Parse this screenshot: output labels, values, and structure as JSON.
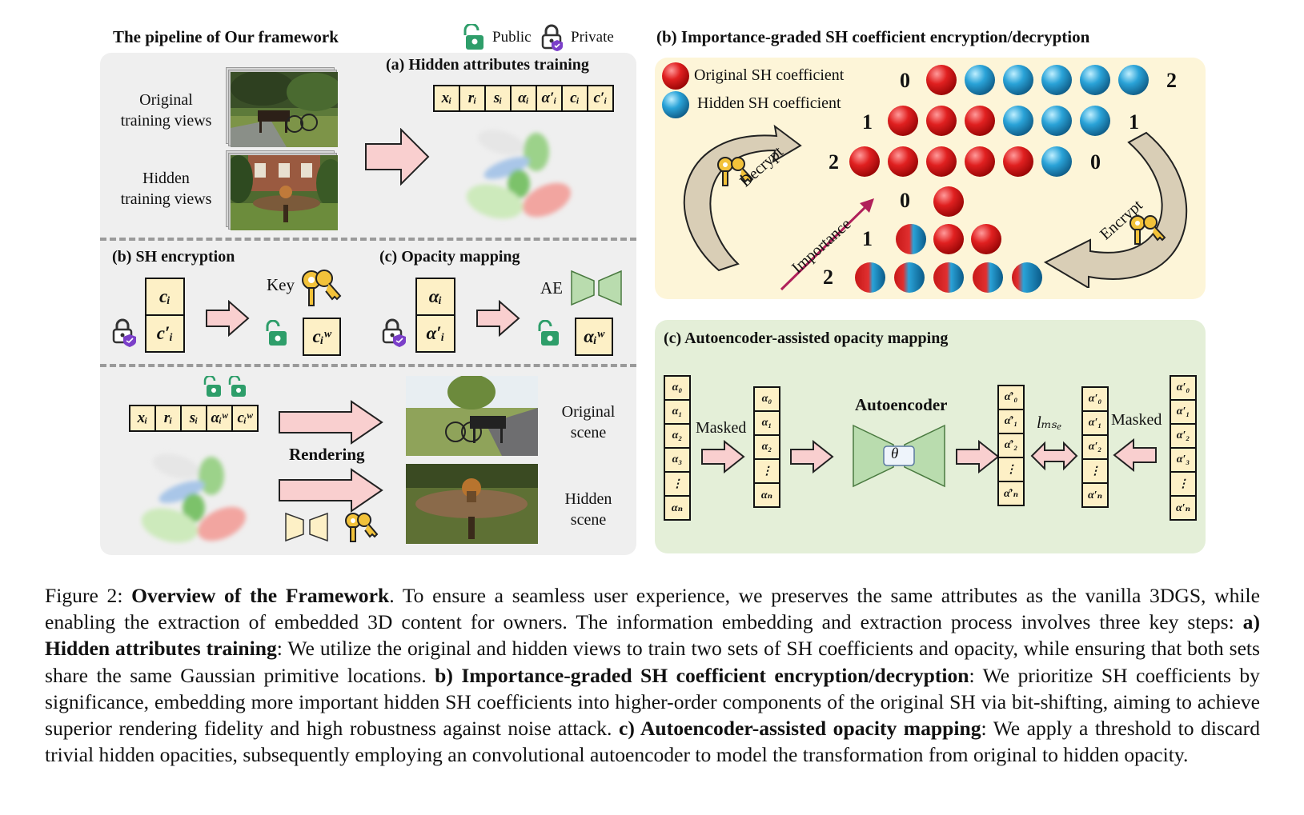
{
  "figure": {
    "pipeline_title": "The pipeline of Our framework",
    "legend_public": "Public",
    "legend_private": "Private",
    "panel_a_title": "(a) Hidden attributes training",
    "original_views_label": "Original\ntraining views",
    "hidden_views_label": "Hidden\ntraining views",
    "attr_chain_a": [
      "xᵢ",
      "rᵢ",
      "sᵢ",
      "αᵢ",
      "α′ᵢ",
      "cᵢ",
      "c′ᵢ"
    ],
    "panel_b_title": "(b) SH encryption",
    "sh_box": [
      "cᵢ",
      "c′ᵢ"
    ],
    "key_label": "Key",
    "sh_result": "cᵢʷ",
    "panel_c_title": "(c) Opacity mapping",
    "opacity_box": [
      "αᵢ",
      "α′ᵢ"
    ],
    "ae_label": "AE",
    "opacity_result": "αᵢʷ",
    "attr_chain_render": [
      "xᵢ",
      "rᵢ",
      "sᵢ",
      "αᵢʷ",
      "cᵢʷ"
    ],
    "rendering_label": "Rendering",
    "original_scene_label": "Original\nscene",
    "hidden_scene_label": "Hidden\nscene",
    "sh_panel_title": "(b) Importance-graded SH coefficient encryption/decryption",
    "sh_legend_original": "Original SH coefficient",
    "sh_legend_hidden": "Hidden SH coefficient",
    "decrypt_label": "Decrypt",
    "encrypt_label": "Encrypt",
    "importance_label": "Importance",
    "row_labels_left": [
      "0",
      "1",
      "2"
    ],
    "row_labels_right": [
      "2",
      "1",
      "0"
    ],
    "row_labels_lower": [
      "0",
      "1",
      "2"
    ],
    "ae_panel_title": "(c) Autoencoder-assisted opacity mapping",
    "masked_label_left": "Masked",
    "masked_label_right": "Masked",
    "autoencoder_label": "Autoencoder",
    "theta_label": "θ",
    "loss_label": "lₘₛₑ",
    "col_alpha": [
      "α₀",
      "α₁",
      "α₂",
      "α₃",
      "⋮",
      "αₙ"
    ],
    "col_alpha_masked": [
      "α₀",
      "α₁",
      "α₂",
      "⋮",
      "αₙ"
    ],
    "col_alpha_hat": [
      "α̂′₀",
      "α̂′₁",
      "α̂′₂",
      "⋮",
      "α̂′ₙ"
    ],
    "col_alpha_prime_masked": [
      "α′₀",
      "α′₁",
      "α′₂",
      "⋮",
      "α′ₙ"
    ],
    "col_alpha_prime": [
      "α′₀",
      "α′₁",
      "α′₂",
      "α′₃",
      "⋮",
      "α′ₙ"
    ]
  },
  "caption": {
    "prefix": "Figure 2: ",
    "title": "Overview of the Framework",
    "intro": ". To ensure a seamless user experience, we preserves the same attributes as the vanilla 3DGS, while enabling the extraction of embedded 3D content for owners. The information embedding and extraction process involves three key steps: ",
    "step_a": "a) Hidden attributes training",
    "text_a": ": We utilize the original and hidden views to train two sets of SH coefficients and opacity, while ensuring that both sets share the same Gaussian primitive locations. ",
    "step_b": "b) Importance-graded SH coefficient encryption/decryption",
    "text_b": ": We prioritize SH coefficients by significance, embedding more important hidden SH coefficients into higher-order components of the original SH via bit-shifting, aiming to achieve superior rendering fidelity and high robustness against noise attack. ",
    "step_c": "c) Autoencoder-assisted opacity mapping",
    "text_c": ": We apply a threshold to discard trivial hidden opacities, subsequently employing an convolutional autoencoder to model the transformation from original to hidden opacity."
  },
  "colors": {
    "panel_gray": "#efefef",
    "panel_yellow": "#fdf5d8",
    "panel_green": "#e4efd8",
    "arrow_pink": "#f9cfcf",
    "box_fill": "#fdf0c6",
    "lock_green": "#2e9e6a",
    "shield_purple": "#7b3fc9"
  }
}
